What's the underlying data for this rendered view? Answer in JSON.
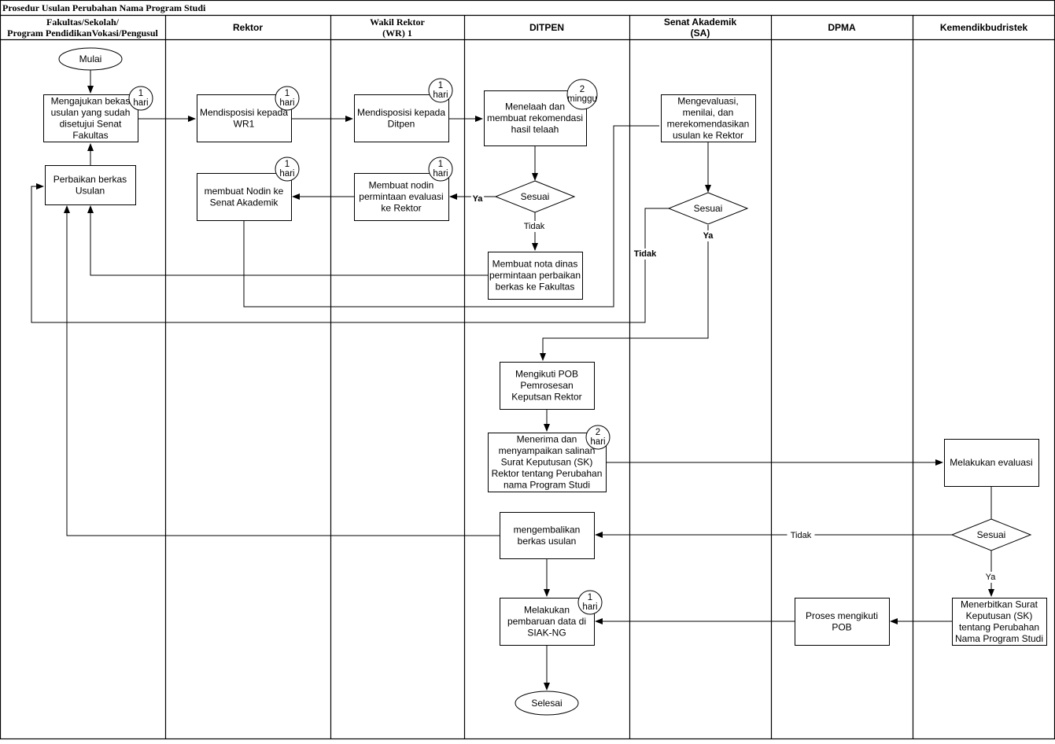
{
  "title": "Prosedur Usulan Perubahan Nama Program Studi",
  "lanes": [
    {
      "lines": [
        "Fakultas/Sekolah/",
        "Program PendidikanVokasi/Pengusul"
      ],
      "serif": true
    },
    {
      "lines": [
        "Rektor"
      ],
      "serif": false
    },
    {
      "lines": [
        "Wakil Rektor",
        "(WR) 1"
      ],
      "serif": true
    },
    {
      "lines": [
        "DITPEN"
      ],
      "serif": false
    },
    {
      "lines": [
        "Senat Akademik",
        "(SA)"
      ],
      "serif": false
    },
    {
      "lines": [
        "DPMA"
      ],
      "serif": false
    },
    {
      "lines": [
        "Kemendikbudristek"
      ],
      "serif": false
    }
  ],
  "nodes": {
    "mulai": {
      "lines": [
        "Mulai"
      ]
    },
    "ajukan": {
      "lines": [
        "Mengajukan bekas",
        "usulan yang sudah",
        "disetujui Senat",
        "Fakultas"
      ]
    },
    "perbaikan": {
      "lines": [
        "Perbaikan berkas",
        "Usulan"
      ]
    },
    "disposisi_wr1": {
      "lines": [
        "Mendisposisi kepada",
        "WR1"
      ]
    },
    "nodin_senat": {
      "lines": [
        "membuat Nodin ke",
        "Senat Akademik"
      ]
    },
    "disposisi_ditpen": {
      "lines": [
        "Mendisposisi kepada",
        "Ditpen"
      ]
    },
    "nodin_evaluasi": {
      "lines": [
        "Membuat nodin",
        "permintaan evaluasi",
        "ke Rektor"
      ]
    },
    "telaah": {
      "lines": [
        "Menelaah dan",
        "membuat rekomendasi",
        "hasil telaah"
      ]
    },
    "sesuai_ditpen": {
      "lines": [
        "Sesuai"
      ]
    },
    "nota_dinas": {
      "lines": [
        "Membuat nota dinas",
        "permintaan perbaikan",
        "berkas ke Fakultas"
      ]
    },
    "evaluasi_sa": {
      "lines": [
        "Mengevaluasi,",
        "menilai, dan",
        "merekomendasikan",
        "usulan ke Rektor"
      ]
    },
    "sesuai_sa": {
      "lines": [
        "Sesuai"
      ]
    },
    "pob": {
      "lines": [
        "Mengikuti POB",
        "Pemrosesan",
        "Keputsan Rektor"
      ]
    },
    "sk": {
      "lines": [
        "Menerima  dan",
        "menyampaikan salinan",
        "Surat Keputusan (SK)",
        "Rektor tentang Perubahan",
        "nama Program Studi"
      ]
    },
    "kembali": {
      "lines": [
        "mengembalikan",
        "berkas usulan"
      ]
    },
    "siak": {
      "lines": [
        "Melakukan",
        "pembaruan data di",
        "SIAK-NG"
      ]
    },
    "selesai": {
      "lines": [
        "Selesai"
      ]
    },
    "evaluasi_kemen": {
      "lines": [
        "Melakukan evaluasi"
      ]
    },
    "sesuai_kemen": {
      "lines": [
        "Sesuai"
      ]
    },
    "sk_kemen": {
      "lines": [
        "Menerbitkan Surat",
        "Keputusan (SK)",
        "tentang Perubahan",
        "Nama Program Studi"
      ]
    },
    "proses_pob": {
      "lines": [
        "Proses mengikuti",
        "POB"
      ]
    }
  },
  "badges": {
    "b_ajukan": {
      "lines": [
        "1",
        "hari"
      ]
    },
    "b_wr1": {
      "lines": [
        "1",
        "hari"
      ]
    },
    "b_ditpen": {
      "lines": [
        "1",
        "hari"
      ]
    },
    "b_telaah": {
      "lines": [
        "2",
        "minggu"
      ]
    },
    "b_nodin_senat": {
      "lines": [
        "1",
        "hari"
      ]
    },
    "b_nodin_evaluasi": {
      "lines": [
        "1",
        "hari"
      ]
    },
    "b_sk": {
      "lines": [
        "2",
        "hari"
      ]
    },
    "b_siak": {
      "lines": [
        "1",
        "hari"
      ]
    }
  },
  "edge_labels": {
    "ya_ditpen": "Ya",
    "tidak_ditpen": "Tidak",
    "ya_sa": "Ya",
    "tidak_sa": "Tidak",
    "tidak_kemen": "Tidak",
    "ya_kemen": "Ya"
  }
}
